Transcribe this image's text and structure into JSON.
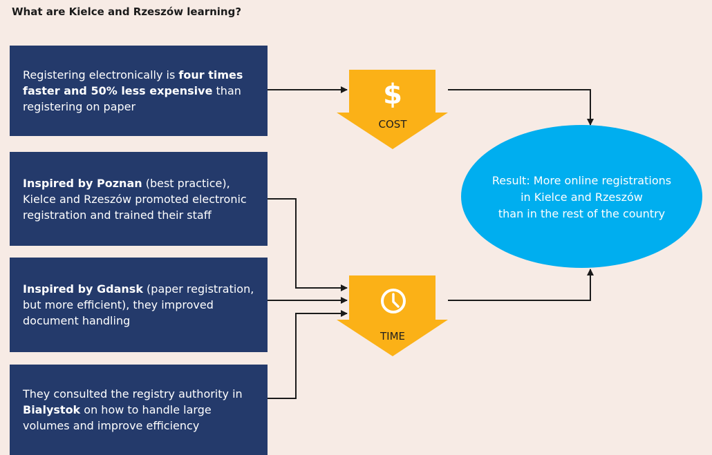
{
  "title": "What are Kielce and Rzeszów learning?",
  "boxes": [
    {
      "parts": [
        {
          "text": "Registering electronically is ",
          "bold": false
        },
        {
          "text": "four times faster and 50% less expensive",
          "bold": true
        },
        {
          "text": " than registering on paper",
          "bold": false
        }
      ]
    },
    {
      "parts": [
        {
          "text": "Inspired by Poznan",
          "bold": true
        },
        {
          "text": " (best practice), Kielce and Rzeszów promoted electronic registration and trained their staff",
          "bold": false
        }
      ]
    },
    {
      "parts": [
        {
          "text": "Inspired by Gdansk",
          "bold": true
        },
        {
          "text": " (paper registration, but more efficient), they improved document handling",
          "bold": false
        }
      ]
    },
    {
      "parts": [
        {
          "text": "They consulted the registry authority in ",
          "bold": false
        },
        {
          "text": "Bialystok",
          "bold": true
        },
        {
          "text": " on how to handle large volumes and improve efficiency",
          "bold": false
        }
      ]
    }
  ],
  "cost": {
    "label": "COST",
    "symbol": "$",
    "icon": "dollar-icon"
  },
  "time": {
    "label": "TIME",
    "icon": "clock-icon"
  },
  "result": {
    "text": "Result: More online registrations\nin Kielce and Rzeszów\nthan in the rest of the country"
  },
  "colors": {
    "background": "#f7ebe5",
    "box": "#243a6b",
    "arrow_shape": "#fbb117",
    "oval": "#00aeef",
    "connector": "#1a1a1a"
  }
}
